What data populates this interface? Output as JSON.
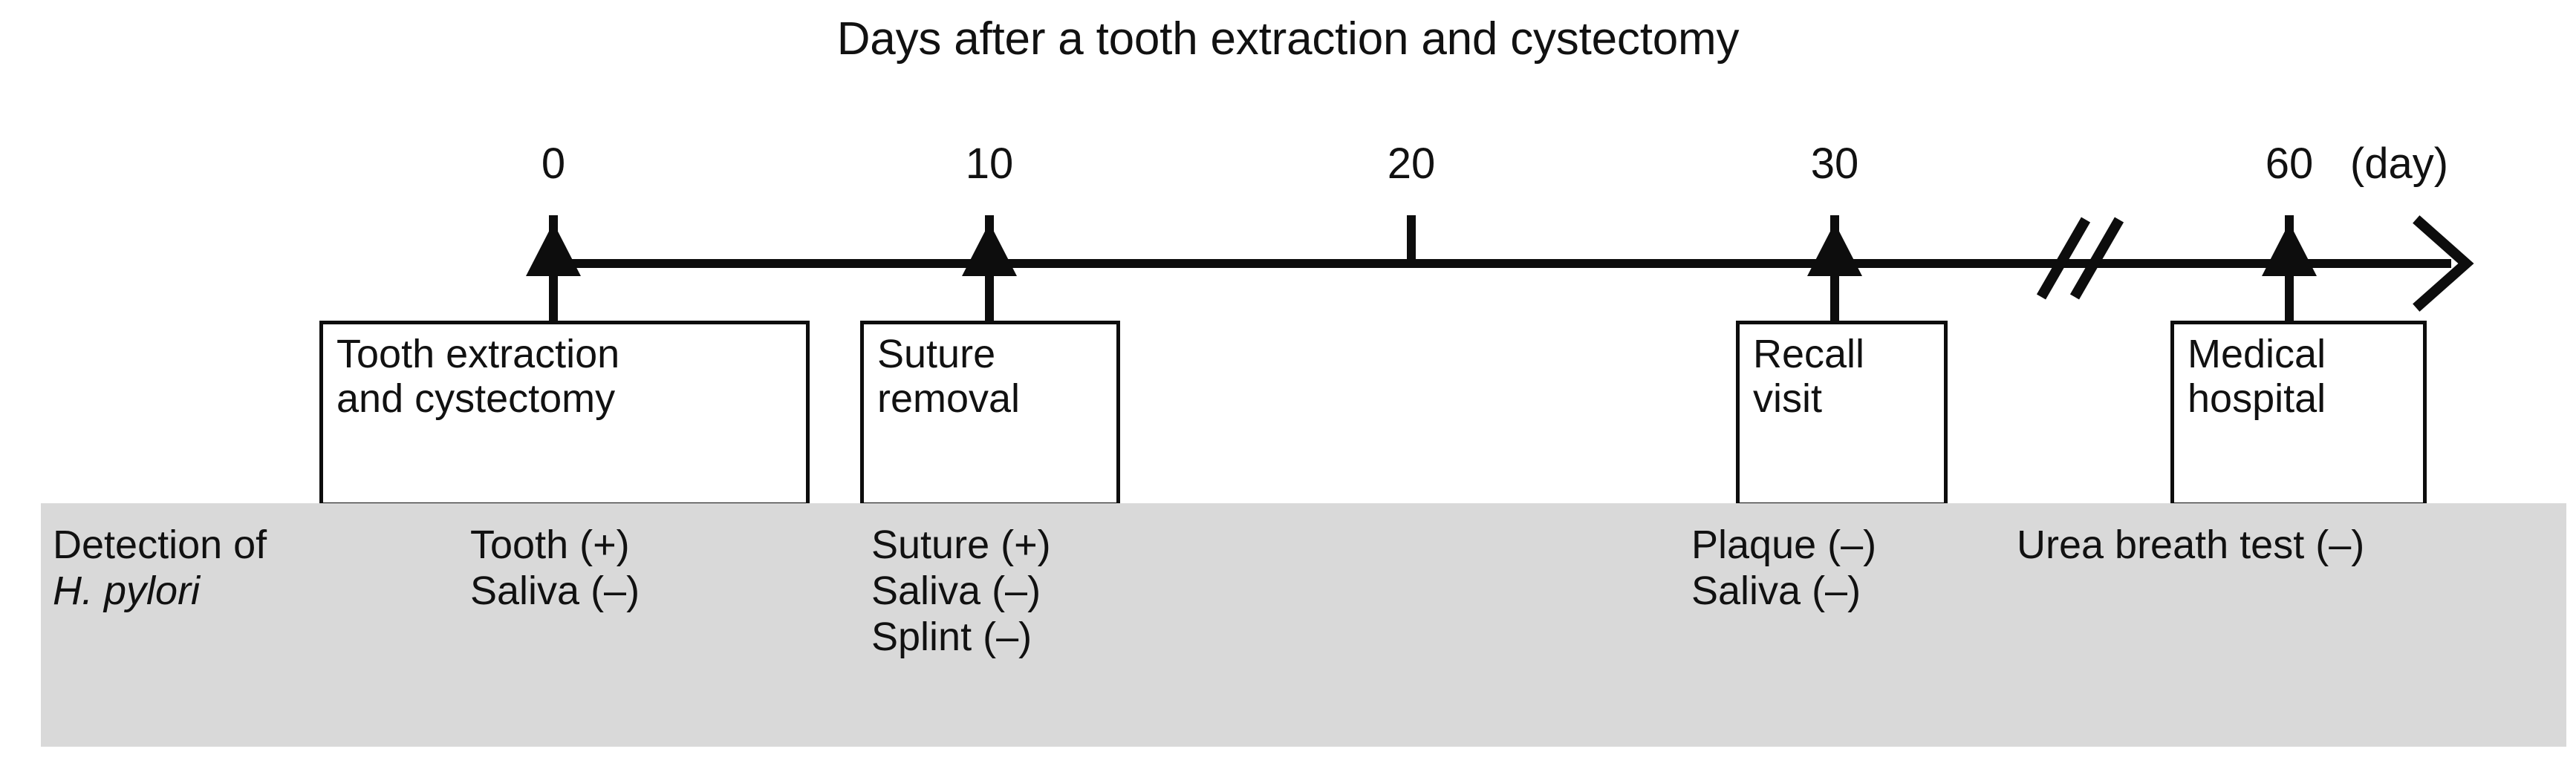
{
  "title": "Days after a tooth extraction and cystectomy",
  "axis": {
    "unit_label": "(day)",
    "ticks": [
      {
        "label": "0",
        "day": 0
      },
      {
        "label": "10",
        "day": 10
      },
      {
        "label": "20",
        "day": 20
      },
      {
        "label": "30",
        "day": 30
      },
      {
        "label": "60",
        "day": 60
      }
    ],
    "break_marker": "//",
    "arrow_direction": "right"
  },
  "events": [
    {
      "day": 0,
      "line1": "Tooth extraction",
      "line2": "and cystectomy"
    },
    {
      "day": 10,
      "line1": "Suture",
      "line2": "removal"
    },
    {
      "day": 30,
      "line1": "Recall",
      "line2": "visit"
    },
    {
      "day": 60,
      "line1": "Medical",
      "line2": "hospital"
    }
  ],
  "detection": {
    "heading_line1": "Detection of",
    "heading_line2": "H. pylori",
    "columns": [
      {
        "day": 0,
        "items": [
          "Tooth (+)",
          "Saliva (–)"
        ]
      },
      {
        "day": 10,
        "items": [
          "Suture (+)",
          "Saliva  (–)",
          "Splint (–)"
        ]
      },
      {
        "day": 30,
        "items": [
          "Plaque (–)",
          "Saliva  (–)"
        ]
      },
      {
        "day": 60,
        "items": [
          "Urea breath test (–)"
        ]
      }
    ]
  },
  "chart_data": {
    "type": "timeline",
    "title": "Days after a tooth extraction and cystectomy",
    "xlabel": "(day)",
    "x_ticks": [
      0,
      10,
      20,
      30,
      60
    ],
    "x_tick_labels": [
      "0",
      "10",
      "20",
      "30",
      "60"
    ],
    "axis_break_between": [
      30,
      60
    ],
    "grid": false,
    "legend": "none",
    "events": [
      {
        "day": 0,
        "label": "Tooth extraction and cystectomy",
        "tests": [
          "Tooth (+)",
          "Saliva (–)"
        ]
      },
      {
        "day": 10,
        "label": "Suture removal",
        "tests": [
          "Suture (+)",
          "Saliva (–)",
          "Splint (–)"
        ]
      },
      {
        "day": 20,
        "label": "",
        "tests": []
      },
      {
        "day": 30,
        "label": "Recall visit",
        "tests": [
          "Plaque (–)",
          "Saliva (–)"
        ]
      },
      {
        "day": 60,
        "label": "Medical hospital",
        "tests": [
          "Urea breath test (–)"
        ]
      }
    ]
  },
  "colors": {
    "panel_background": "#d9d9d9",
    "line": "#0d0d0d",
    "text": "#111111",
    "page_background": "#ffffff"
  }
}
